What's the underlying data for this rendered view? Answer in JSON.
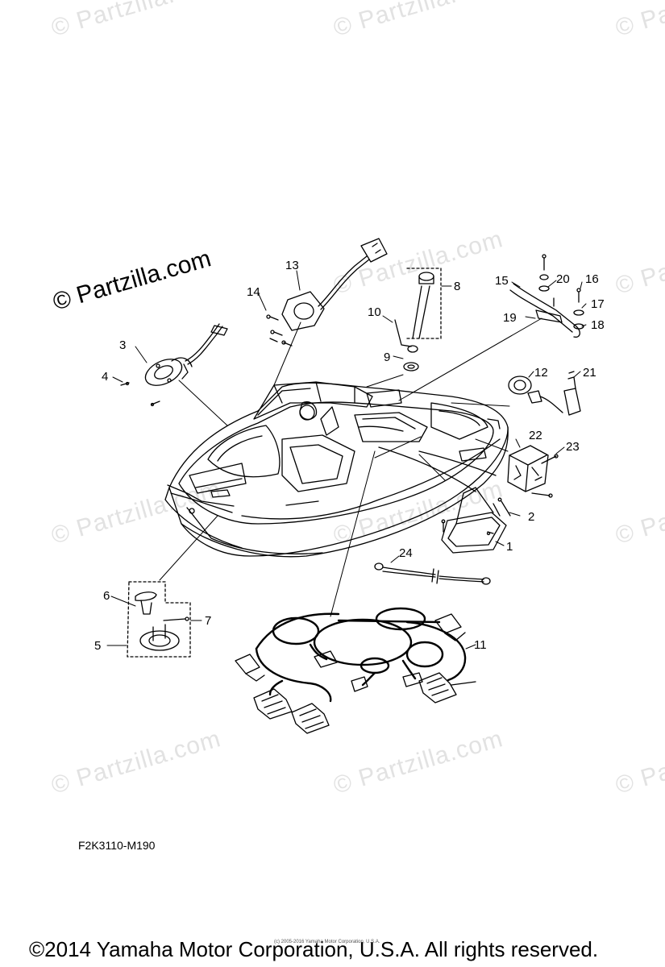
{
  "watermarks": {
    "text": "© Partzilla.com",
    "main_text": "© Partzilla.com"
  },
  "callouts": [
    "1",
    "2",
    "3",
    "4",
    "5",
    "6",
    "7",
    "8",
    "9",
    "10",
    "11",
    "12",
    "13",
    "14",
    "15",
    "16",
    "17",
    "18",
    "19",
    "20",
    "21",
    "22",
    "23",
    "24"
  ],
  "diagram_code": "F2K3110-M190",
  "small_copyright": "(c) 2005-2016 Yamaha Motor Corporation, U.S.A.",
  "footer_copyright": "©2014 Yamaha Motor Corporation, U.S.A. All rights reserved."
}
